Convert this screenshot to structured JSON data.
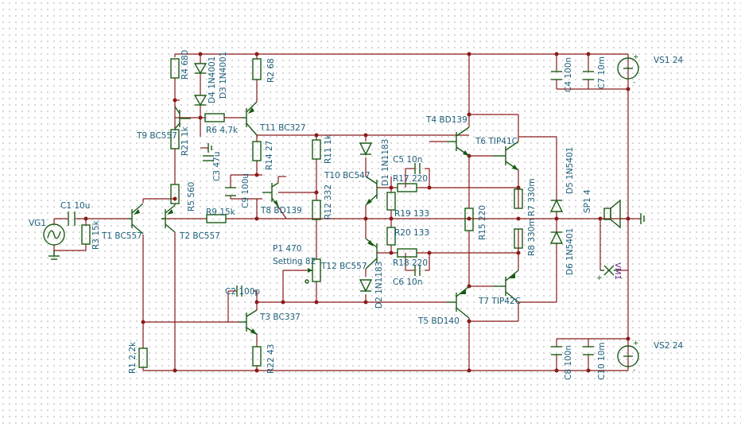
{
  "components": {
    "vg1": "VG1",
    "c1": "C1 10u",
    "r3": "R3 15k",
    "t1": "T1 BC557",
    "t2": "T2 BC557",
    "t9": "T9 BC557",
    "r4": "R4 680",
    "d4": "D4 1N4001",
    "d3": "D3 1N4001",
    "r2": "R2 68",
    "r6": "R6 4,7k",
    "r21": "R21 1k",
    "r5": "R5 560",
    "r9": "R9 15k",
    "t11": "T11 BC327",
    "r14": "R14 27",
    "c3": "C3 47u",
    "c9": "C9 100u",
    "t8": "T8 BD139",
    "r11": "R11 1k",
    "r12": "R12 332",
    "t10": "T10 BC547",
    "d1": "D1 1N1183",
    "c5": "C5 10n",
    "r17": "R17 220",
    "r19": "R19 133",
    "r20": "R20 133",
    "r18": "R18 220",
    "c6": "C6 10n",
    "d2": "D2 1N1183",
    "t12": "T12 BC557",
    "p1": "P1 470",
    "p1_setting": "Setting 82",
    "c2": "C2 100p",
    "t3": "T3 BC337",
    "r22": "R22 43",
    "r1": "R1 2,2k",
    "t4": "T4 BD139",
    "t5": "T5 BD140",
    "t6": "T6 TIP41C",
    "t7": "T7 TIP42C",
    "r15": "R15 220",
    "r7": "R7 330m",
    "r8": "R8 330m",
    "d5": "D5 1N5401",
    "d6": "D6 1N5401",
    "sp1": "SP1 4",
    "vm1": "VM1",
    "c4": "C4 100n",
    "c7": "C7 10m",
    "c8": "C8 100n",
    "c10": "C10 10m",
    "vs1": "VS1 24",
    "vs2": "VS2 24"
  },
  "polarity": {
    "plus": "+",
    "minus": "-"
  },
  "colors": {
    "wire": "#8b1a1a",
    "component": "#1a5a14",
    "label": "#1c5e7a",
    "meter_label": "#6a1a8a",
    "background": "#ffffff"
  }
}
